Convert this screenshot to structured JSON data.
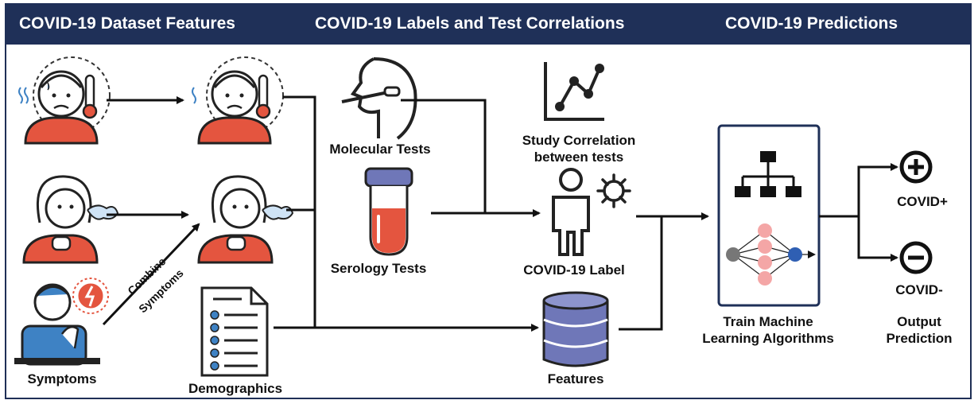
{
  "header": {
    "section1": "COVID-19 Dataset Features",
    "section2": "COVID-19 Labels and Test Correlations",
    "section3": "COVID-19 Predictions"
  },
  "labels": {
    "symptoms": "Symptoms",
    "demographics": "Demographics",
    "combine_line1": "Combine",
    "combine_line2": "Symptoms",
    "molecular": "Molecular Tests",
    "serology": "Serology Tests",
    "study_line1": "Study Correlation",
    "study_line2": "between tests",
    "covid_label": "COVID-19 Label",
    "features": "Features",
    "train_line1": "Train Machine",
    "train_line2": "Learning Algorithms",
    "covid_pos": "COVID+",
    "covid_neg": "COVID-",
    "output_line1": "Output",
    "output_line2": "Prediction"
  },
  "colors": {
    "header_bg": "#1f3058",
    "accent_red": "#e4553f",
    "accent_blue": "#3e82c4",
    "db_purple": "#6f77b8",
    "nn_pink": "#f4a6a6",
    "nn_blue": "#2f5fb3",
    "nn_gray": "#777777"
  }
}
